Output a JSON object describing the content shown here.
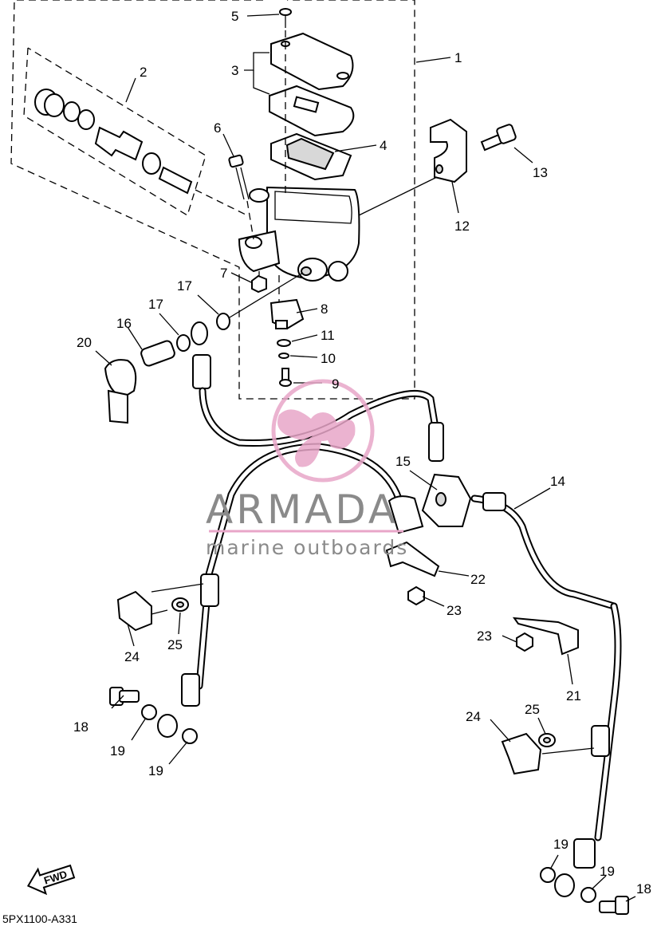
{
  "diagram": {
    "code": "5PX1100-A331",
    "forward_label": "FWD",
    "callouts": {
      "c1": "1",
      "c2": "2",
      "c3": "3",
      "c4": "4",
      "c5": "5",
      "c6": "6",
      "c7": "7",
      "c8": "8",
      "c9": "9",
      "c10": "10",
      "c11": "11",
      "c12": "12",
      "c13": "13",
      "c14": "14",
      "c15": "15",
      "c16": "16",
      "c17a": "17",
      "c17b": "17",
      "c18a": "18",
      "c18b": "18",
      "c19a": "19",
      "c19b": "19",
      "c19c": "19",
      "c19d": "19",
      "c20": "20",
      "c21": "21",
      "c22": "22",
      "c23a": "23",
      "c23b": "23",
      "c24a": "24",
      "c24b": "24",
      "c25a": "25",
      "c25b": "25"
    }
  },
  "watermark": {
    "brand": "ARMADA",
    "tagline": "marine outboards",
    "logo_color": "#e8a6c8",
    "text_color": "#8a8a8a"
  }
}
